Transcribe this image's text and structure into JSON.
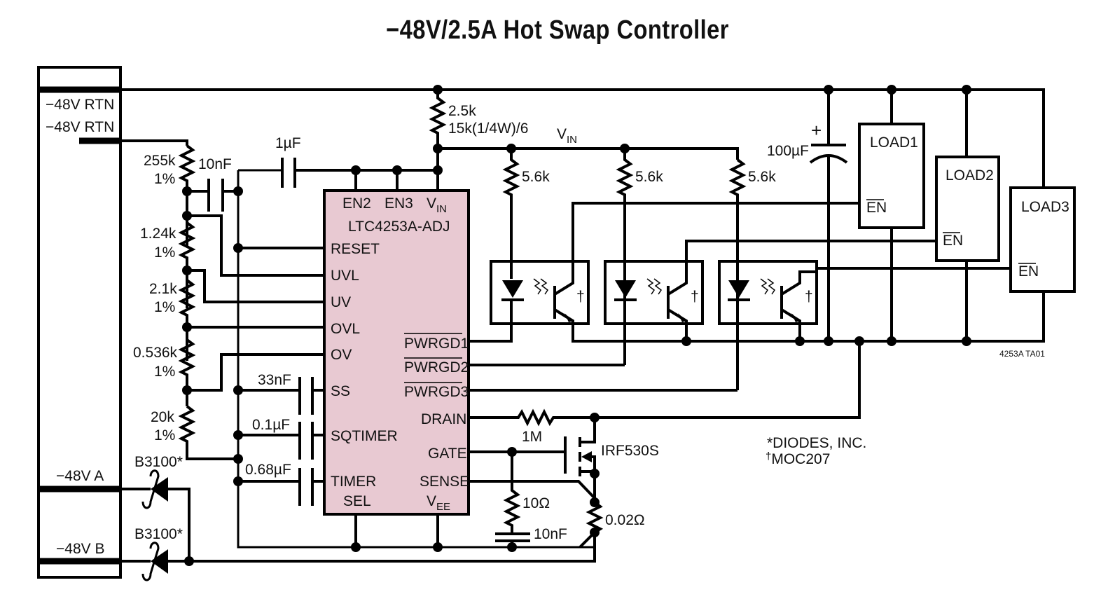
{
  "title": "−48V/2.5A Hot Swap Controller",
  "figure_id": "4253A TA01",
  "colors": {
    "ic_fill": "#e8c9d2",
    "wire": "#000000",
    "background": "#ffffff"
  },
  "connector": {
    "pins": [
      "−48V RTN",
      "−48V RTN",
      "−48V A",
      "−48V B"
    ]
  },
  "ic": {
    "name": "LTC4253A-ADJ",
    "top_pins": [
      "EN2",
      "EN3",
      "V",
      "IN"
    ],
    "left_pins": [
      "RESET",
      "UVL",
      "UV",
      "OVL",
      "OV",
      "SS",
      "SQTIMER",
      "TIMER",
      "SEL"
    ],
    "right_pins": [
      "PWRGD1",
      "PWRGD2",
      "PWRGD3",
      "DRAIN",
      "GATE",
      "SENSE",
      "V",
      "EE"
    ]
  },
  "divider": {
    "resistors": [
      {
        "value": "255k",
        "tol": "1%"
      },
      {
        "value": "1.24k",
        "tol": "1%"
      },
      {
        "value": "2.1k",
        "tol": "1%"
      },
      {
        "value": "0.536k",
        "tol": "1%"
      },
      {
        "value": "20k",
        "tol": "1%"
      }
    ]
  },
  "capacitors": {
    "c_10nF_top": "10nF",
    "c_1uF": "1µF",
    "c_ss": "33nF",
    "c_sqtimer": "0.1µF",
    "c_timer": "0.68µF",
    "c_bulk": "100µF",
    "c_bulk_plus": "+",
    "c_gate": "10nF"
  },
  "vin_resistor": {
    "line1": "2.5k",
    "line2": "15k(1/4W)/6"
  },
  "vin_net": {
    "main": "V",
    "sub": "IN"
  },
  "pullups": [
    "5.6k",
    "5.6k",
    "5.6k"
  ],
  "optocoupler_mark": "†",
  "diodes": [
    "B3100*",
    "B3100*"
  ],
  "gate_parts": {
    "r_drain": "1M",
    "mosfet": "IRF530S",
    "r_gate": "10Ω",
    "r_sense": "0.02Ω"
  },
  "loads": [
    {
      "name": "LOAD1",
      "en": "EN"
    },
    {
      "name": "LOAD2",
      "en": "EN"
    },
    {
      "name": "LOAD3",
      "en": "EN"
    }
  ],
  "notes": [
    "*DIODES, INC.",
    "†",
    "MOC207"
  ]
}
